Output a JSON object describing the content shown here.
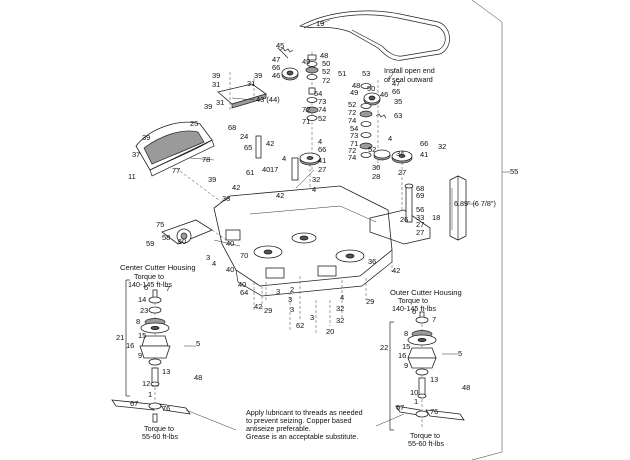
{
  "callouts": {
    "c19": "19",
    "c45": "45",
    "c48a": "48",
    "c50a": "50",
    "c47a": "47",
    "c49a": "49",
    "c66a": "66",
    "c52a": "52",
    "c46a": "46",
    "c72a": "72",
    "c51": "51",
    "c54a": "54",
    "c73a": "73",
    "c72b": "72",
    "c74a": "74",
    "c71a": "71",
    "c52b": "52",
    "c53": "53",
    "c48b": "48",
    "c49b": "49",
    "c50b": "50",
    "c47b": "47",
    "c66b": "66",
    "c46b": "46",
    "c35": "35",
    "c52c": "52",
    "c72c": "72",
    "c74b": "74",
    "c63": "63",
    "c54b": "54",
    "c73b": "73",
    "c71b": "71",
    "c72d": "72",
    "c74c": "74",
    "c52d": "52",
    "c39a": "39",
    "c31a": "31",
    "c39b": "39",
    "c31b": "31",
    "c43": "43 (44)",
    "c39c": "39",
    "c31c": "31",
    "c25": "25",
    "c39d": "39",
    "c37": "37",
    "c78": "78",
    "c77": "77",
    "c11": "11",
    "c39e": "39",
    "c68a": "68",
    "c24": "24",
    "c65": "65",
    "c42a": "42",
    "c4a": "4",
    "c66c": "66",
    "c41a": "41",
    "c4b": "4",
    "c4c": "4",
    "c66d": "66",
    "c34": "34",
    "c41b": "41",
    "c32a": "32",
    "c30": "30",
    "c28": "28",
    "c27a": "27",
    "c61": "61",
    "c40a": "40",
    "c17": "17",
    "c32b": "32",
    "c4d": "4",
    "c27b": "27",
    "c42b": "42",
    "c38": "38",
    "c42c": "42",
    "c75": "75",
    "c58": "58",
    "c59": "59",
    "c60": "60",
    "c40b": "40",
    "c3a": "3",
    "c4e": "4",
    "c70": "70",
    "c40c": "40",
    "c68b": "68",
    "c69": "69",
    "c56": "56",
    "c18": "18",
    "c33": "33",
    "c26": "26",
    "c27c": "27",
    "c27d": "27",
    "c36": "36",
    "c42d": "42",
    "c55": "55",
    "c40d": "40",
    "c64": "64",
    "c42e": "42",
    "c2": "2",
    "c3b": "3",
    "c4f": "4",
    "c29a": "29",
    "c29b": "29",
    "c3c": "3",
    "c3d": "3",
    "c62": "62",
    "c32c": "32",
    "c3e": "3",
    "c32d": "32",
    "c20": "20",
    "l7a": "7",
    "l14a": "14",
    "l23": "23",
    "l8a": "8",
    "l15a": "15",
    "l16a": "16",
    "l9a": "9",
    "l21": "21",
    "l5a": "5",
    "l13a": "13",
    "l48c": "48",
    "l12": "12",
    "l1a": "1",
    "l67a": "67",
    "l76a": "76",
    "l6a": "6",
    "r7": "7",
    "r8": "8",
    "r15": "15",
    "r16": "16",
    "r9": "9",
    "r22": "22",
    "r5": "5",
    "r13": "13",
    "r48": "48",
    "r10": "10",
    "r1": "1",
    "r67": "67",
    "r76": "76",
    "r6": "6"
  },
  "notes": {
    "seal_line1": "Install open end",
    "seal_line2": "of seal outward",
    "dimension": "6.89\" (6 7/8\")",
    "center_title": "Center Cutter Housing",
    "outer_title": "Outer Cutter Housing",
    "torque_top_line1": "Torque to",
    "torque_top_line2": "140-145 ft-lbs",
    "torque_bottom_line1": "Torque to",
    "torque_bottom_line2": "55-60 ft-lbs",
    "lube_line1": "Apply lubricant to threads as needed",
    "lube_line2": "to prevent seizing. Copper based",
    "lube_line3": "antiseize preferable.",
    "lube_line4": "Grease is an acceptable substitute."
  }
}
